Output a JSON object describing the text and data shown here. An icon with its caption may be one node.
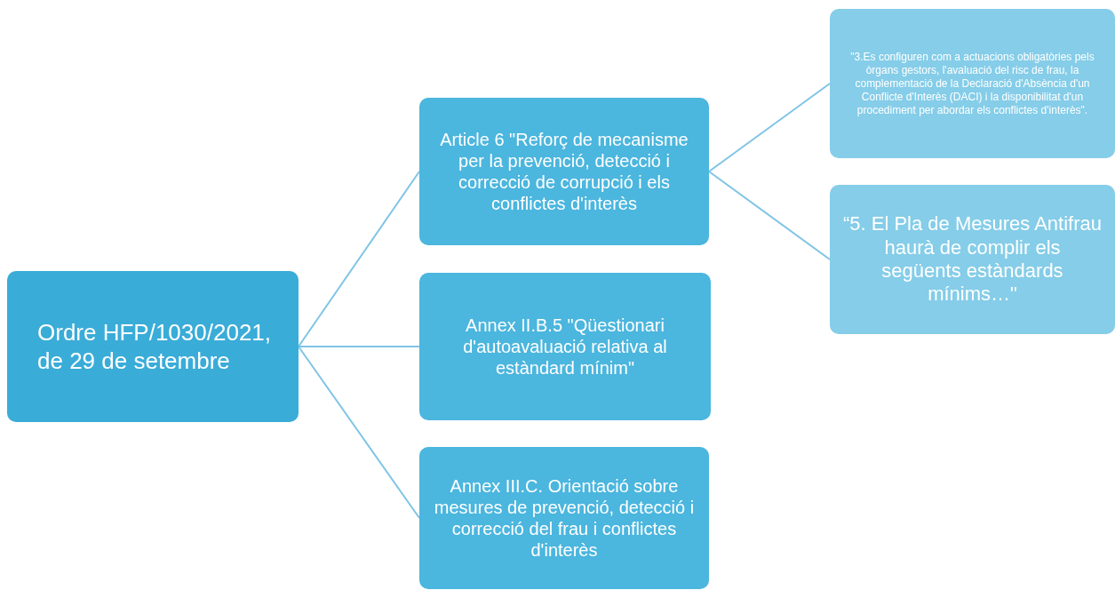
{
  "diagram": {
    "nodes": [
      {
        "text": [
          "Ordre HFP/1030/2021, de 29 de setembre"
        ]
      },
      {
        "text": [
          "Article 6 \"Reforç de mecanisme per la prevenció, detecció i correcció de corrupció i els conflictes d'interès"
        ]
      },
      {
        "text": [
          "Annex II.B.5 \"Qüestionari d'autoavaluació relativa al estàndard mínim\""
        ]
      },
      {
        "text": [
          "Annex III.C. Orientació sobre mesures de prevenció, detecció i correcció del frau i conflictes d'interès"
        ]
      },
      {
        "text": [
          "\"3.Es configuren com a actuacions obligatòries pels òrgans gestors, l'avaluació del risc de frau, la complementació de la Declaració d'Absència d'un Conflicte d'Interès (DACI) i la disponibilitat d'un procediment per abordar els conflictes d'interès\"."
        ]
      },
      {
        "text": [
          "“5. El Pla de Mesures Antifrau haurà de complir els següents estàndards mínims…\""
        ]
      }
    ],
    "edges": [
      {
        "from": 0,
        "to": 1,
        "arrow": "none"
      },
      {
        "from": 0,
        "to": 2,
        "arrow": "none"
      },
      {
        "from": 0,
        "to": 3,
        "arrow": "none"
      },
      {
        "from": 1,
        "to": 4,
        "arrow": "none"
      },
      {
        "from": 1,
        "to": 5,
        "arrow": "none"
      }
    ]
  }
}
